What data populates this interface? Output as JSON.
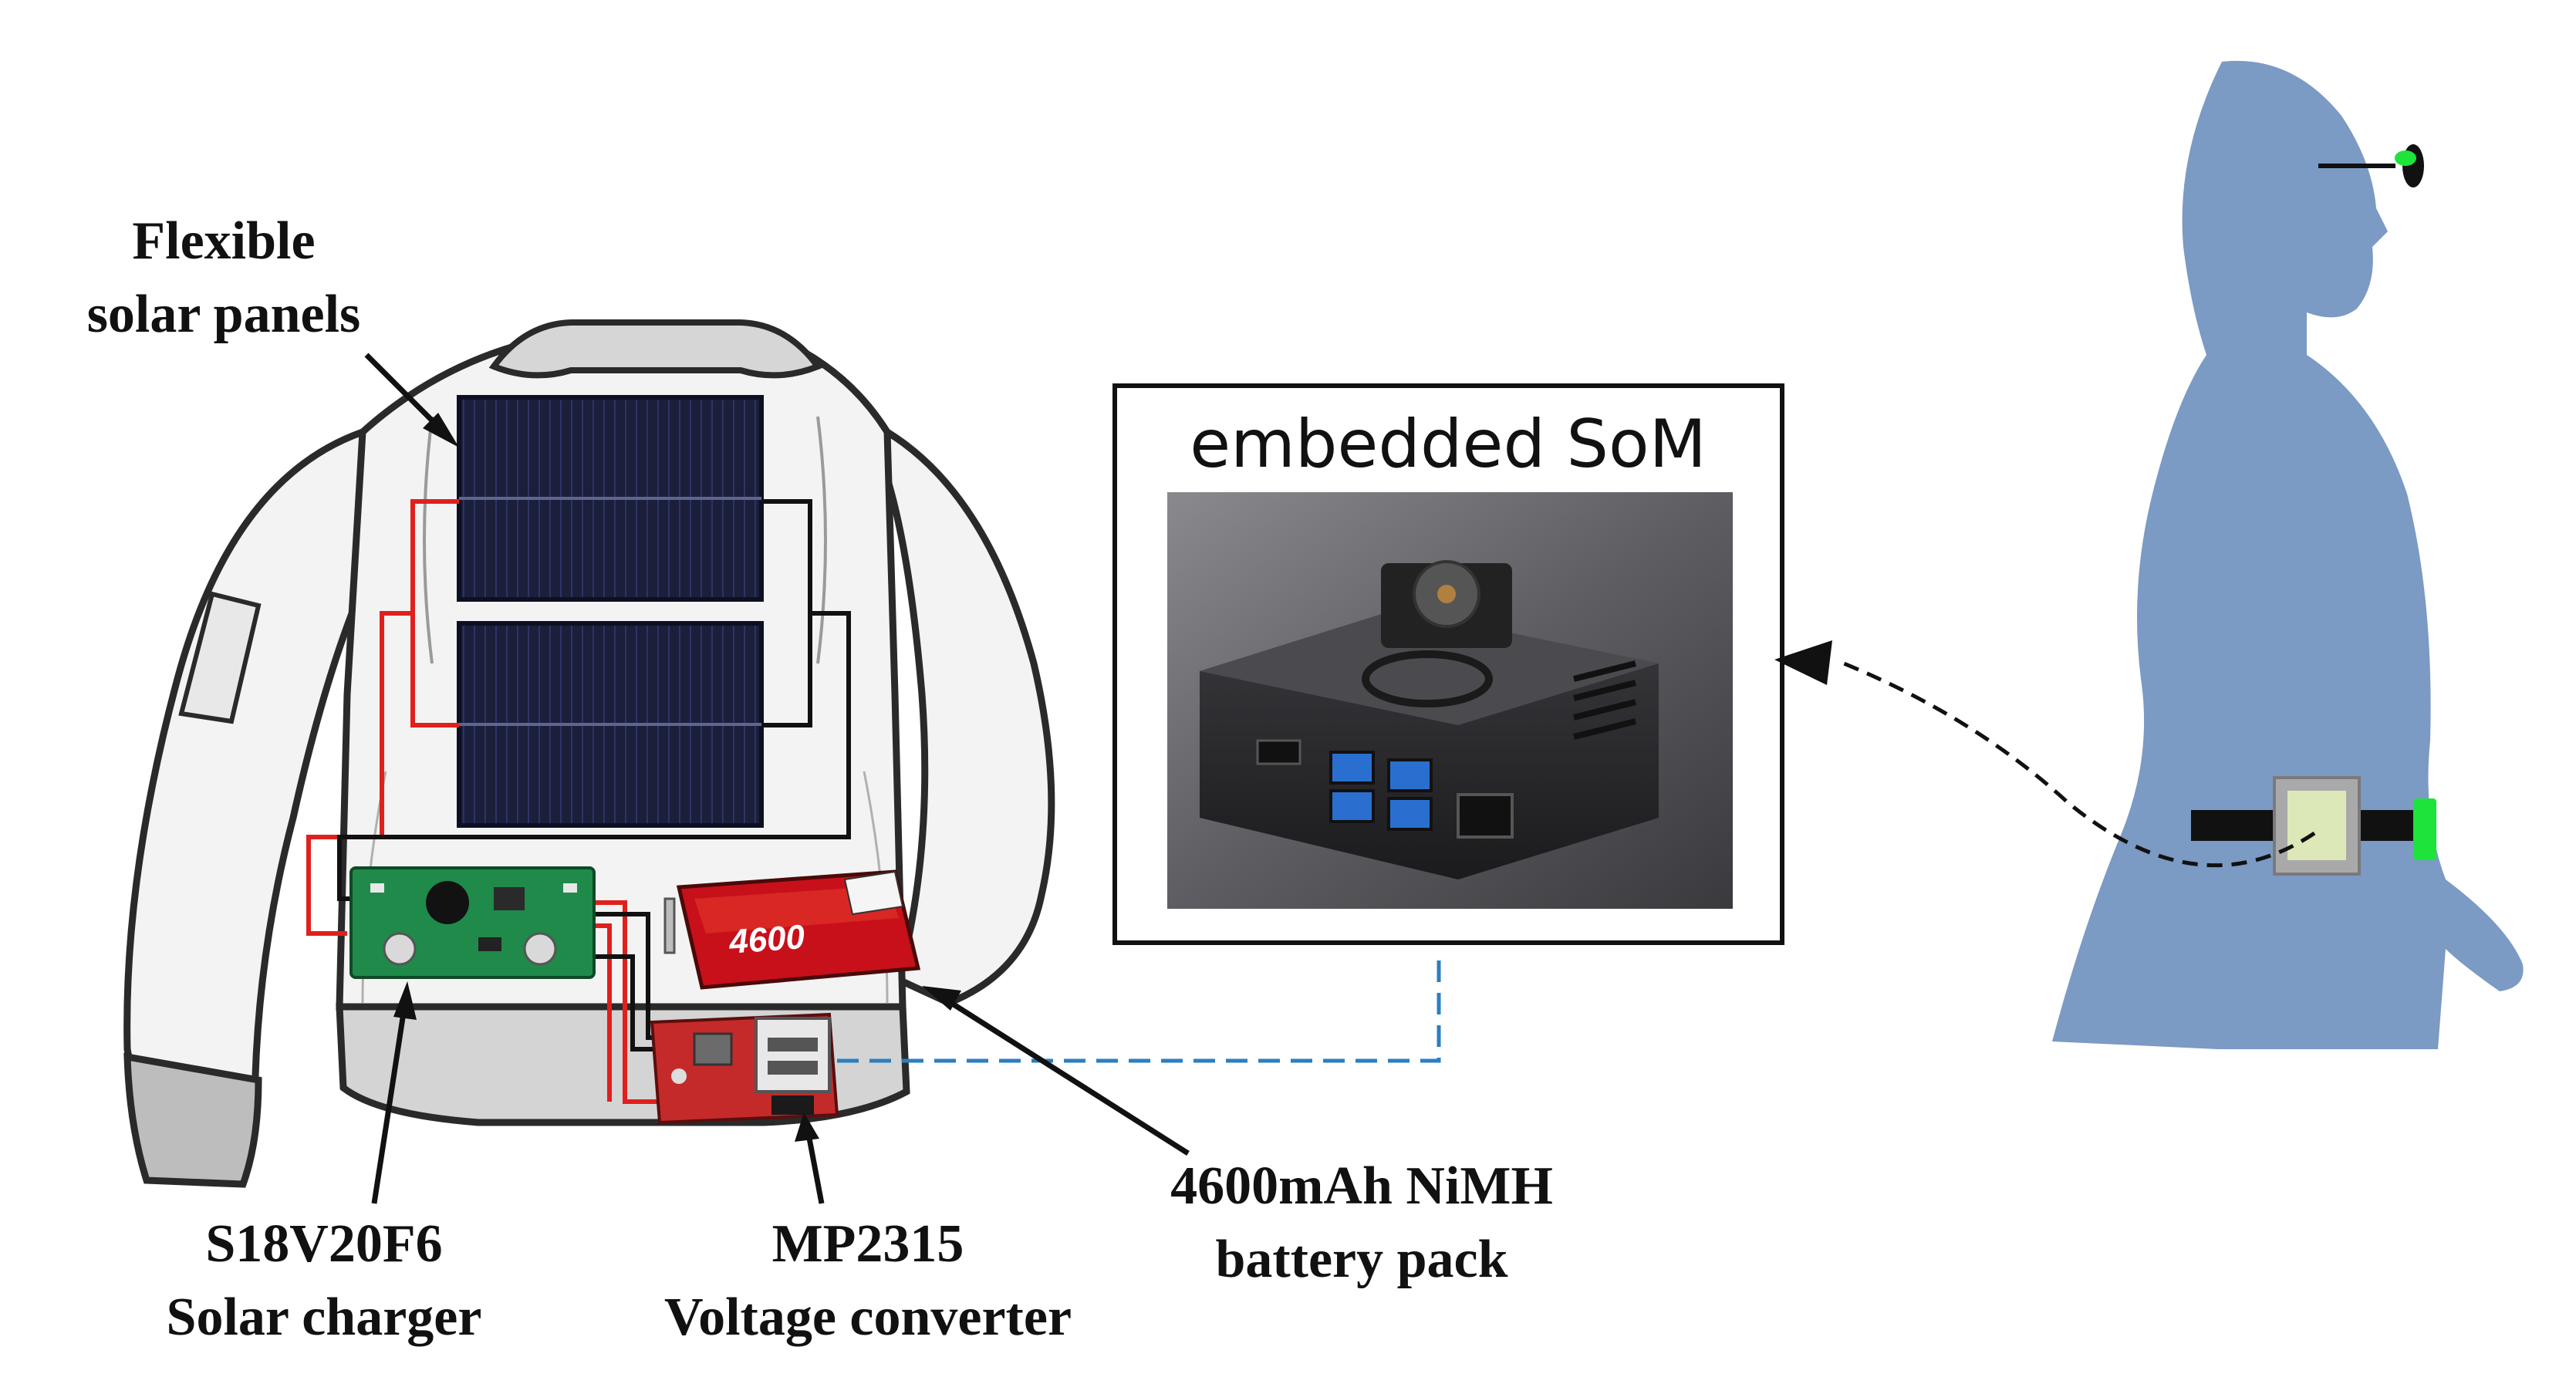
{
  "figure": {
    "labels": {
      "solar_panels": [
        "Flexible",
        "solar panels"
      ],
      "solar_charger": [
        "S18V20F6",
        "Solar charger"
      ],
      "voltage_converter": [
        "MP2315",
        "Voltage converter"
      ],
      "battery_pack": [
        "4600mAh NiMH",
        "battery pack"
      ]
    },
    "som": {
      "title": "embedded SoM"
    },
    "battery_brand": "4600",
    "colors": {
      "solar_panel": "#1b1f3a",
      "positive_wire": "#e0201c",
      "negative_wire": "#111111",
      "usb_link": "#2a7fc0",
      "silhouette": "#7b9ac4",
      "pcb_green": "#1f8a4a",
      "battery_red": "#c8101a",
      "indicator_green": "#1ee33a",
      "belt_device": "#dde8b8"
    },
    "icons": [
      "jacket-illustration",
      "solar-panel",
      "pcb-board",
      "battery-pack",
      "human-silhouette",
      "smart-glasses",
      "belt-device",
      "som-photo"
    ]
  }
}
